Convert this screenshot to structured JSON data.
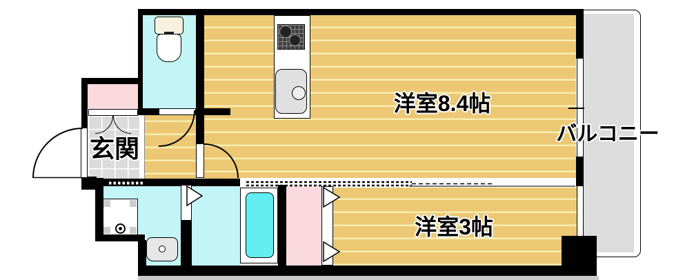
{
  "rooms": {
    "entrance": {
      "label": "玄関"
    },
    "western_room_main": {
      "label": "洋室8.4帖"
    },
    "western_room_small": {
      "label": "洋室3帖"
    },
    "balcony": {
      "label": "バルコニー"
    }
  },
  "fixtures": {
    "toilet": "toilet",
    "kitchen_stove": "gas-stove",
    "kitchen_sink": "kitchen-sink",
    "bathtub": "bathtub",
    "washbasin": "wash-basin",
    "washing_machine_pan": "washing-machine-pan",
    "shoe_cabinet": "shoe-cabinet",
    "closet": "closet"
  },
  "colors": {
    "wall": "#000000",
    "wood_floor": "#ecc875",
    "wood_stripe": "#f8edb0",
    "wet_area": "#c3f4f6",
    "bathtub_fill": "#63eef2",
    "closet_pink": "#fbdade",
    "tile_gray": "#dbdbdb",
    "balcony_gray": "#dcdcdc",
    "shadow": "#c9c9c9"
  }
}
